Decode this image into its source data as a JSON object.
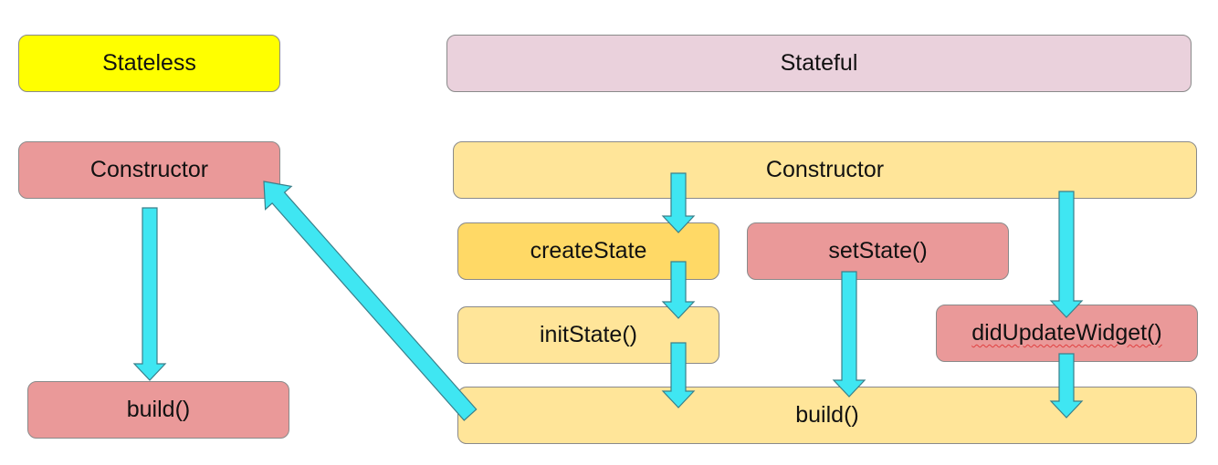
{
  "colors": {
    "stateless": "#ffff00",
    "stateful": "#ead1dc",
    "red_box": "#ea9999",
    "light_yellow_box": "#ffe599",
    "dark_yellow_box": "#ffd966",
    "arrow_fill": "#3fe6f2",
    "arrow_stroke": "#3a7f8a"
  },
  "nodes": {
    "stateless": "Stateless",
    "stateful": "Stateful",
    "constructor_left": "Constructor",
    "build_left": "build()",
    "constructor_right": "Constructor",
    "create_state": "createState",
    "set_state": "setState()",
    "init_state": "initState()",
    "did_update_widget": "didUpdateWidget()",
    "build_right": "build()"
  },
  "edges": [
    {
      "from": "constructor_left",
      "to": "build_left"
    },
    {
      "from": "build_right",
      "to": "constructor_left"
    },
    {
      "from": "constructor_right",
      "to": "create_state"
    },
    {
      "from": "create_state",
      "to": "init_state"
    },
    {
      "from": "init_state",
      "to": "build_right"
    },
    {
      "from": "set_state",
      "to": "build_right"
    },
    {
      "from": "constructor_right",
      "to": "did_update_widget"
    },
    {
      "from": "did_update_widget",
      "to": "build_right"
    }
  ]
}
